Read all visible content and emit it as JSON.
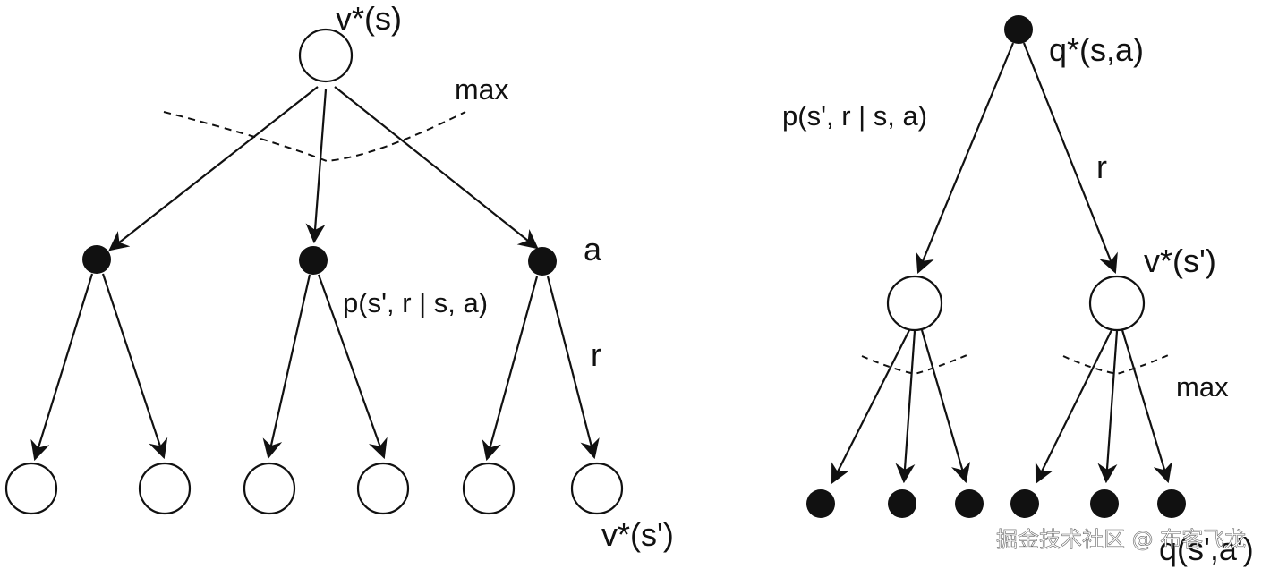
{
  "left_diagram": {
    "root_label": "v*(s)",
    "max_label": "max",
    "action_label": "a",
    "transition_label": "p(s', r | s, a)",
    "reward_label": "r",
    "leaf_label": "v*(s')"
  },
  "right_diagram": {
    "root_label": "q*(s,a)",
    "transition_label": "p(s', r | s, a)",
    "reward_label": "r",
    "state_label": "v*(s')",
    "max_label": "max",
    "leaf_label": "q(s',a')"
  },
  "watermark": "掘金技术社区 @ 布客飞龙",
  "colors": {
    "stroke": "#111111",
    "filled_node": "#111111",
    "empty_node": "#ffffff"
  }
}
